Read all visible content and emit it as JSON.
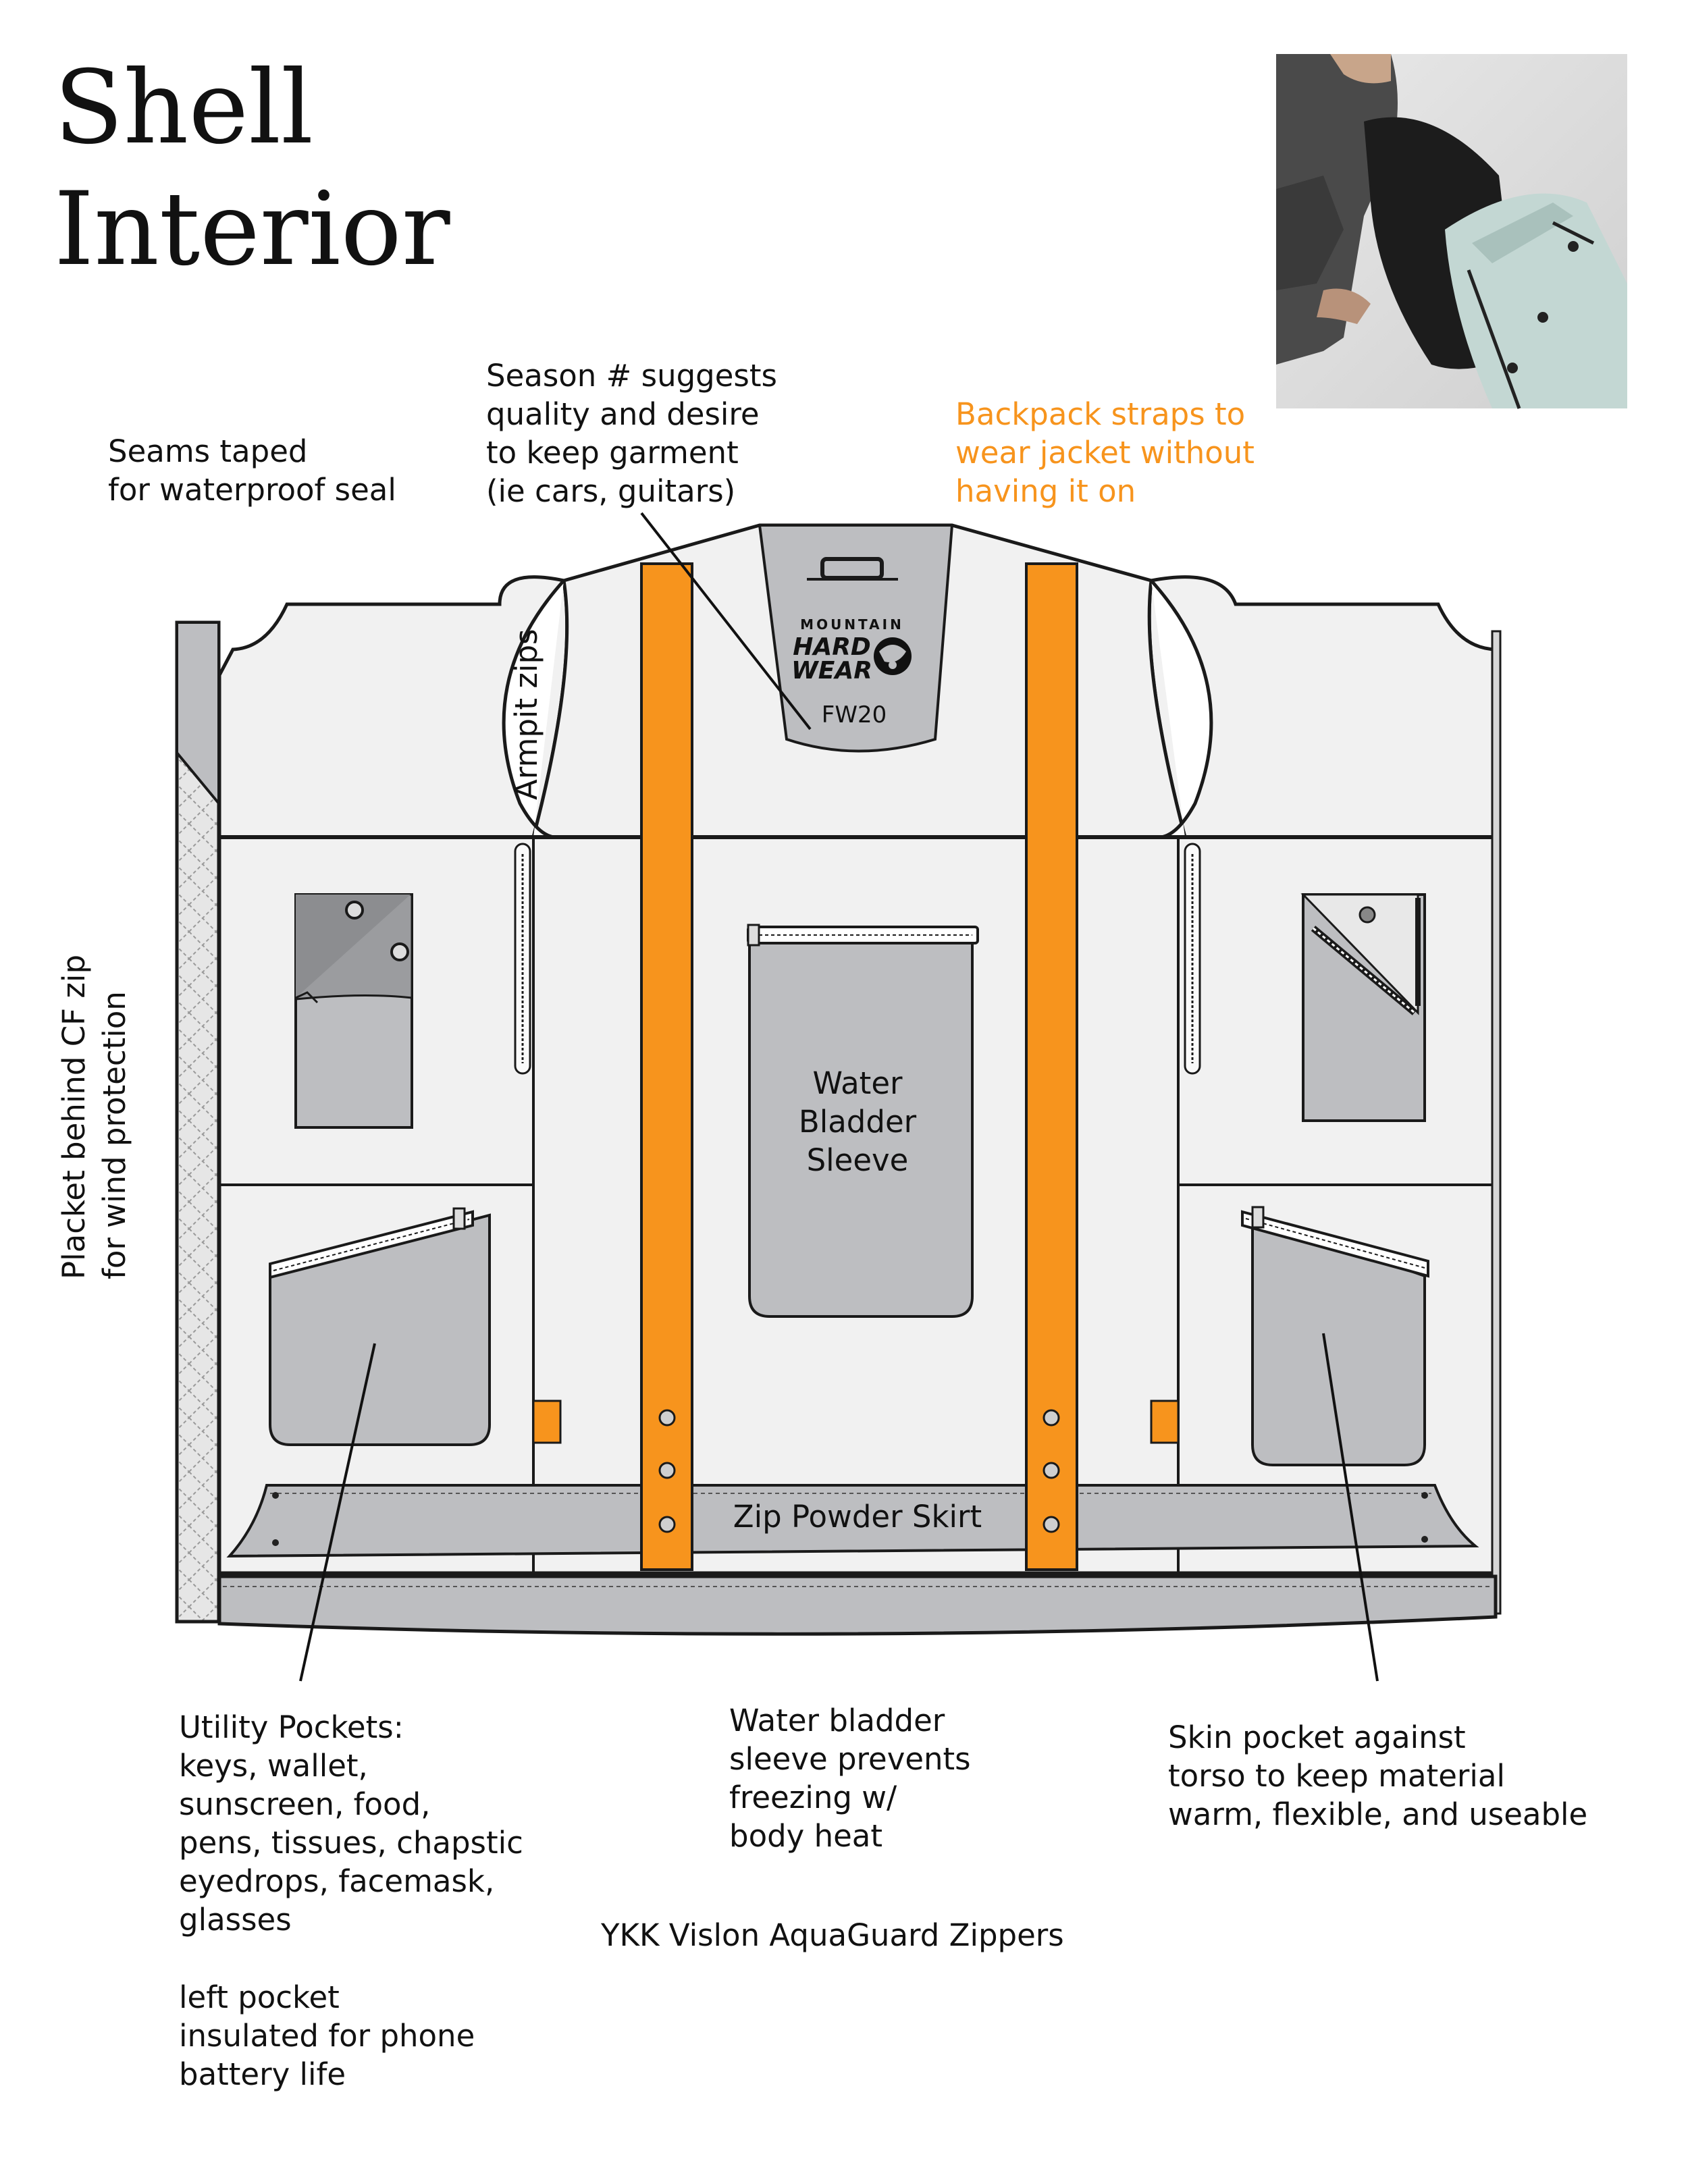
{
  "title": {
    "line1": "Shell",
    "line2": "Interior"
  },
  "annotations": {
    "seams": [
      "Seams taped",
      "for waterproof seal"
    ],
    "season": [
      "Season # suggests",
      "quality and desire",
      "to keep garment",
      "(ie cars, guitars)"
    ],
    "backpack": [
      "Backpack straps to",
      "wear jacket without",
      "having it on"
    ],
    "placket": [
      "Placket behind CF zip",
      "for wind protection"
    ],
    "utility": [
      "Utility Pockets:",
      "keys, wallet,",
      "sunscreen, food,",
      "pens, tissues, chapstic",
      "eyedrops, facemask,",
      "glasses"
    ],
    "left_pocket": [
      "left pocket",
      "insulated for phone",
      "battery life"
    ],
    "water_note": [
      "Water bladder",
      "sleeve prevents",
      "freezing w/",
      "body heat"
    ],
    "skin": [
      "Skin pocket against",
      "torso to keep material",
      "warm, flexible, and useable"
    ],
    "ykk": "YKK Vislon AquaGuard Zippers"
  },
  "diagram_labels": {
    "armpit": "Armpit zips",
    "bladder": [
      "Water",
      "Bladder",
      "Sleeve"
    ],
    "skirt": "Zip Powder Skirt",
    "brand": [
      "MOUNTAIN",
      "HARD",
      "WEAR"
    ],
    "season_code": "FW20"
  },
  "colors": {
    "strap": "#f7941d",
    "panel": "#f1f1f1",
    "pocket": "#bdbec1",
    "outline": "#1a1a1a",
    "accent_text": "#f7941d"
  }
}
